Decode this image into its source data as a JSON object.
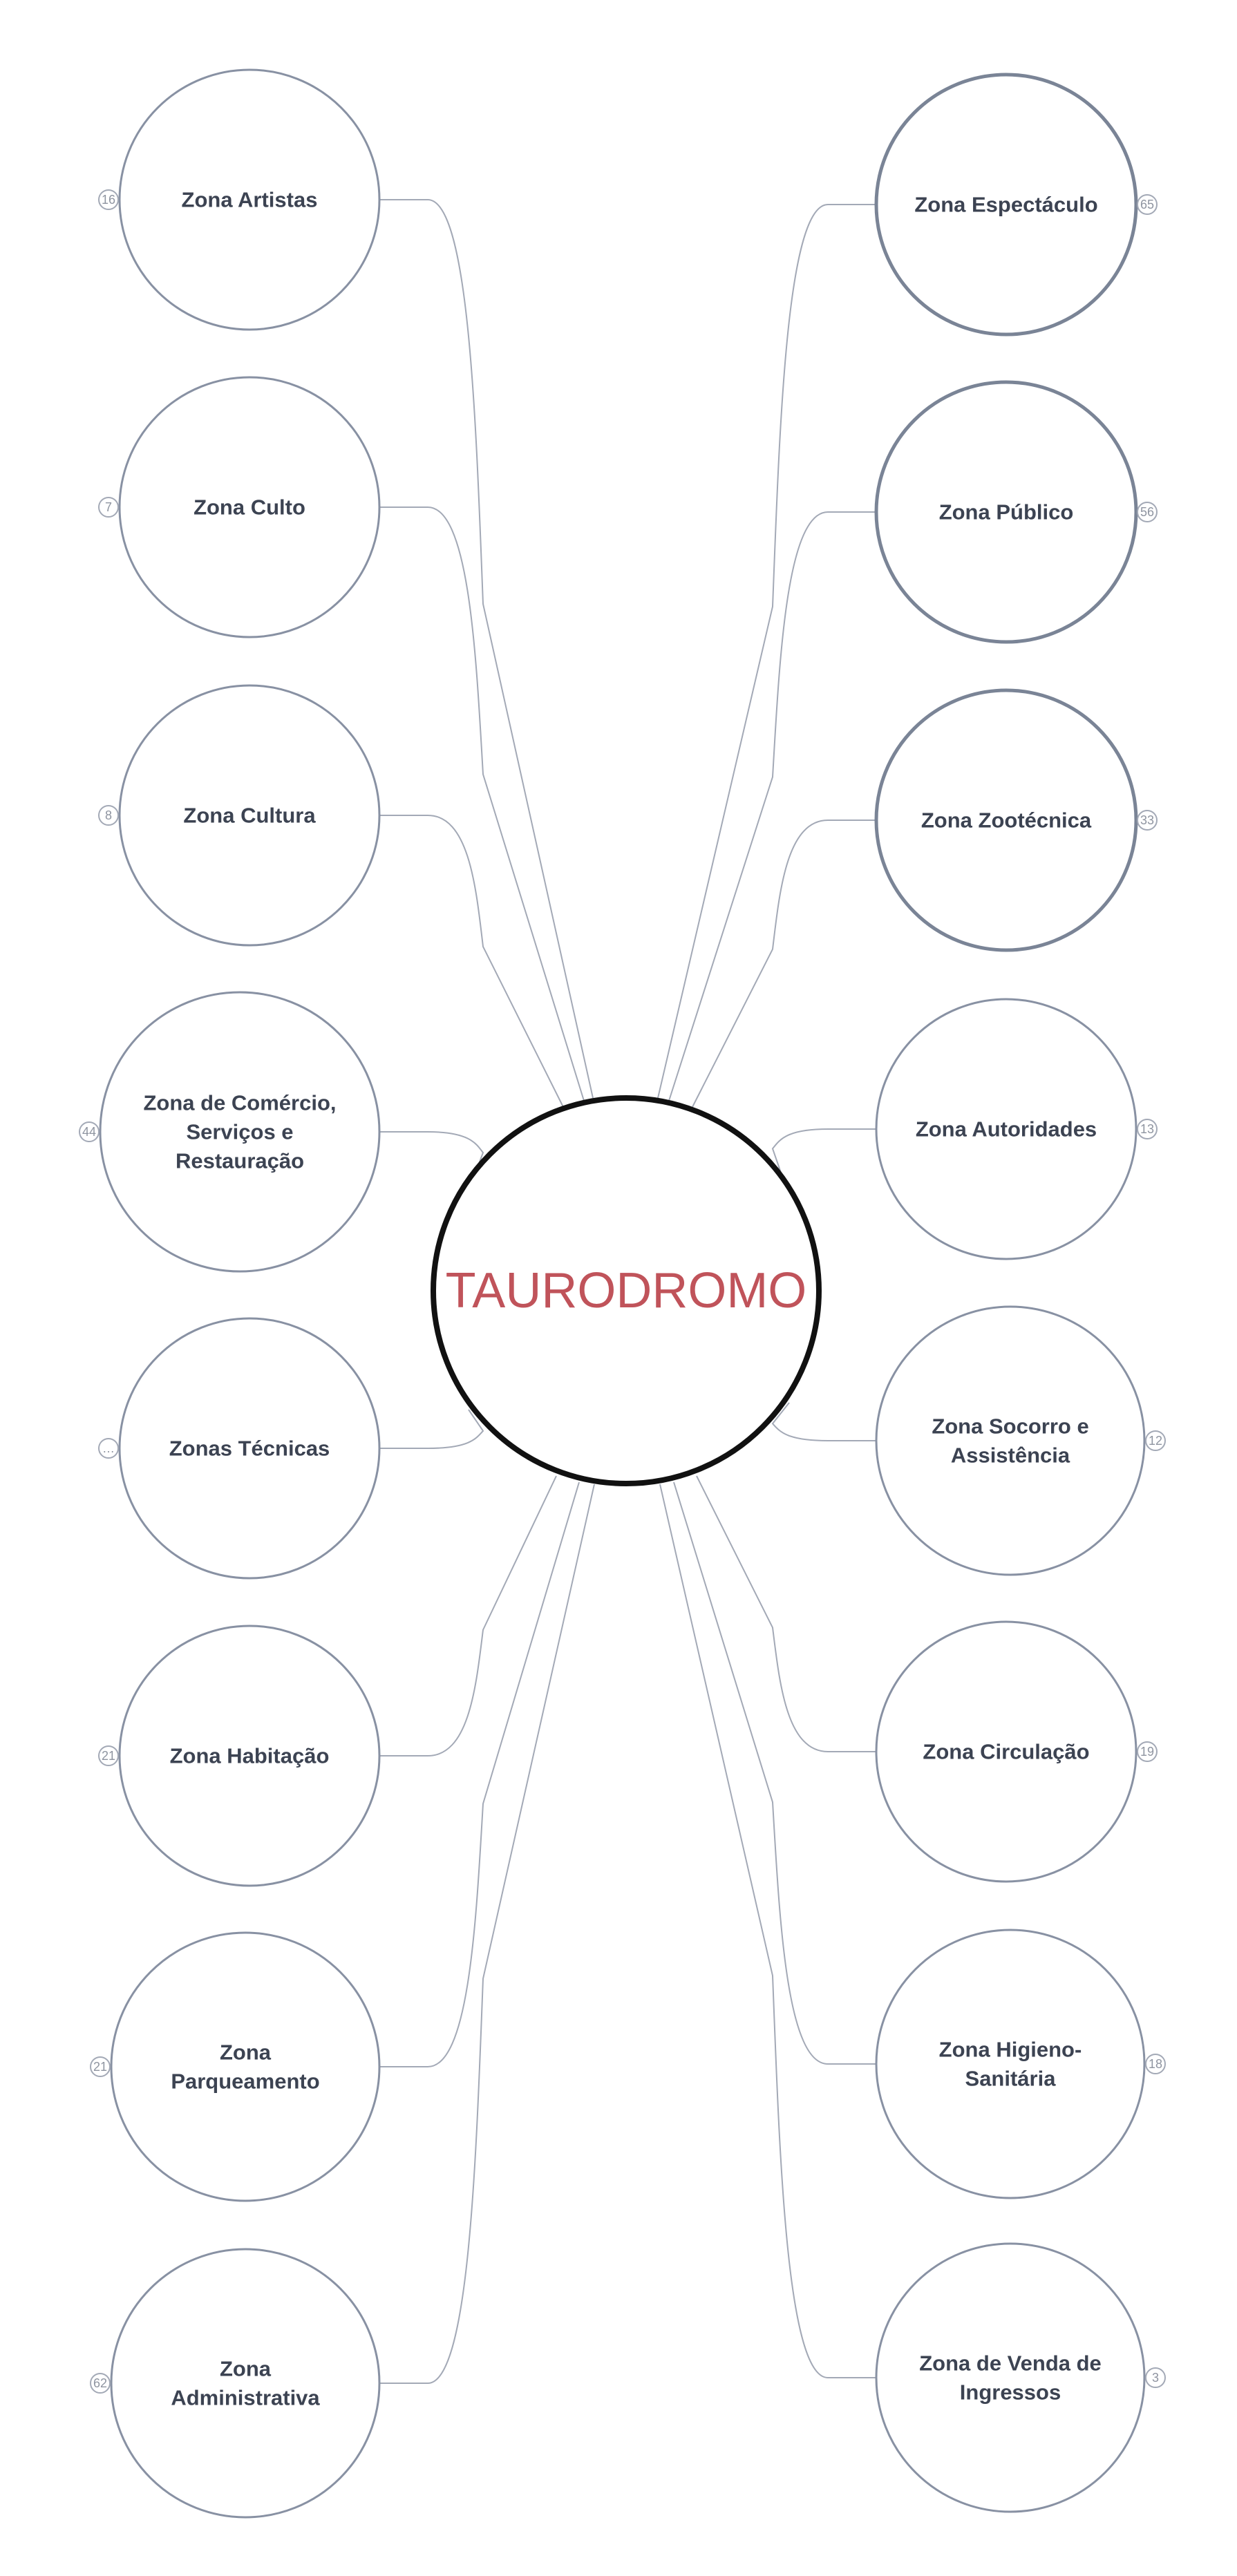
{
  "center": {
    "label": "TAURODROMO",
    "label_color": "#c0535a"
  },
  "colors": {
    "node_stroke": "#8891a3",
    "node_stroke_bold": "#7a8496",
    "center_stroke": "#111111",
    "edge": "#a3a9b6",
    "badge": "#a3a9b6",
    "text": "#3c4352"
  },
  "left_nodes": [
    {
      "lines": [
        "Zona Artistas"
      ],
      "badge": "16"
    },
    {
      "lines": [
        "Zona Culto"
      ],
      "badge": "7"
    },
    {
      "lines": [
        "Zona Cultura"
      ],
      "badge": "8"
    },
    {
      "lines": [
        "Zona de Comércio,",
        "Serviços e",
        "Restauração"
      ],
      "badge": "44"
    },
    {
      "lines": [
        "Zonas Técnicas"
      ],
      "badge": "…"
    },
    {
      "lines": [
        "Zona Habitação"
      ],
      "badge": "21"
    },
    {
      "lines": [
        "Zona",
        "Parqueamento"
      ],
      "badge": "21"
    },
    {
      "lines": [
        "Zona",
        "Administrativa"
      ],
      "badge": "62"
    }
  ],
  "right_nodes": [
    {
      "lines": [
        "Zona Espectáculo"
      ],
      "badge": "65",
      "bold": true
    },
    {
      "lines": [
        "Zona Público"
      ],
      "badge": "56",
      "bold": true
    },
    {
      "lines": [
        "Zona Zootécnica"
      ],
      "badge": "33",
      "bold": true
    },
    {
      "lines": [
        "Zona Autoridades"
      ],
      "badge": "13"
    },
    {
      "lines": [
        "Zona Socorro e",
        "Assistência"
      ],
      "badge": "12"
    },
    {
      "lines": [
        "Zona Circulação"
      ],
      "badge": "19"
    },
    {
      "lines": [
        "Zona Higieno-",
        "Sanitária"
      ],
      "badge": "18"
    },
    {
      "lines": [
        "Zona de Venda de",
        "Ingressos"
      ],
      "badge": "3"
    }
  ]
}
